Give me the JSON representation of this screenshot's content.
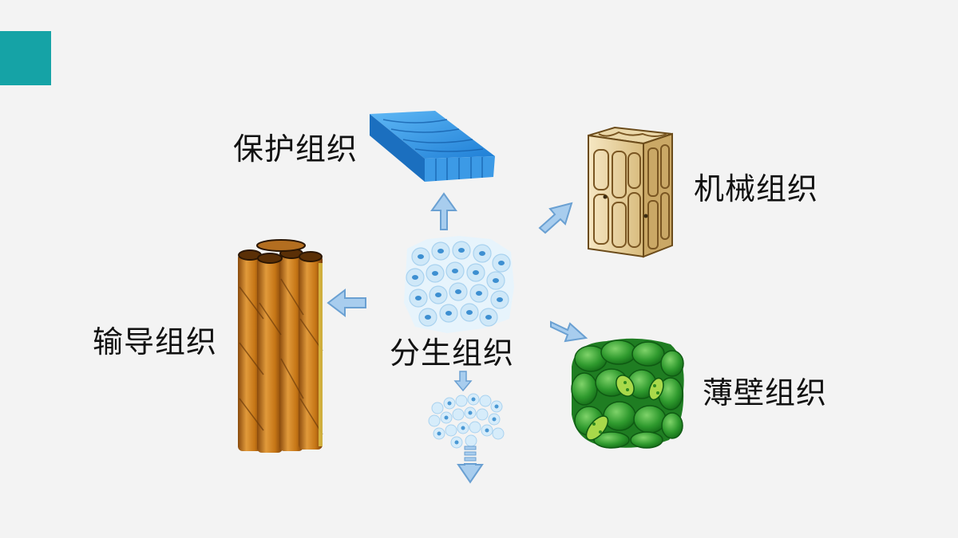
{
  "colors": {
    "accent": "#15a3a6",
    "arrow": "#8fbce5",
    "arrow_stroke": "#5f96c9",
    "protective": "#2d8fe0",
    "mechanical": "#e6cf9c",
    "conductive": "#c8771c",
    "parenchyma": "#3aa335",
    "meristem": "#9fd0ee"
  },
  "labels": {
    "protective": "保护组织",
    "mechanical": "机械组织",
    "conductive": "输导组织",
    "meristem": "分生组织",
    "parenchyma": "薄壁组织"
  }
}
